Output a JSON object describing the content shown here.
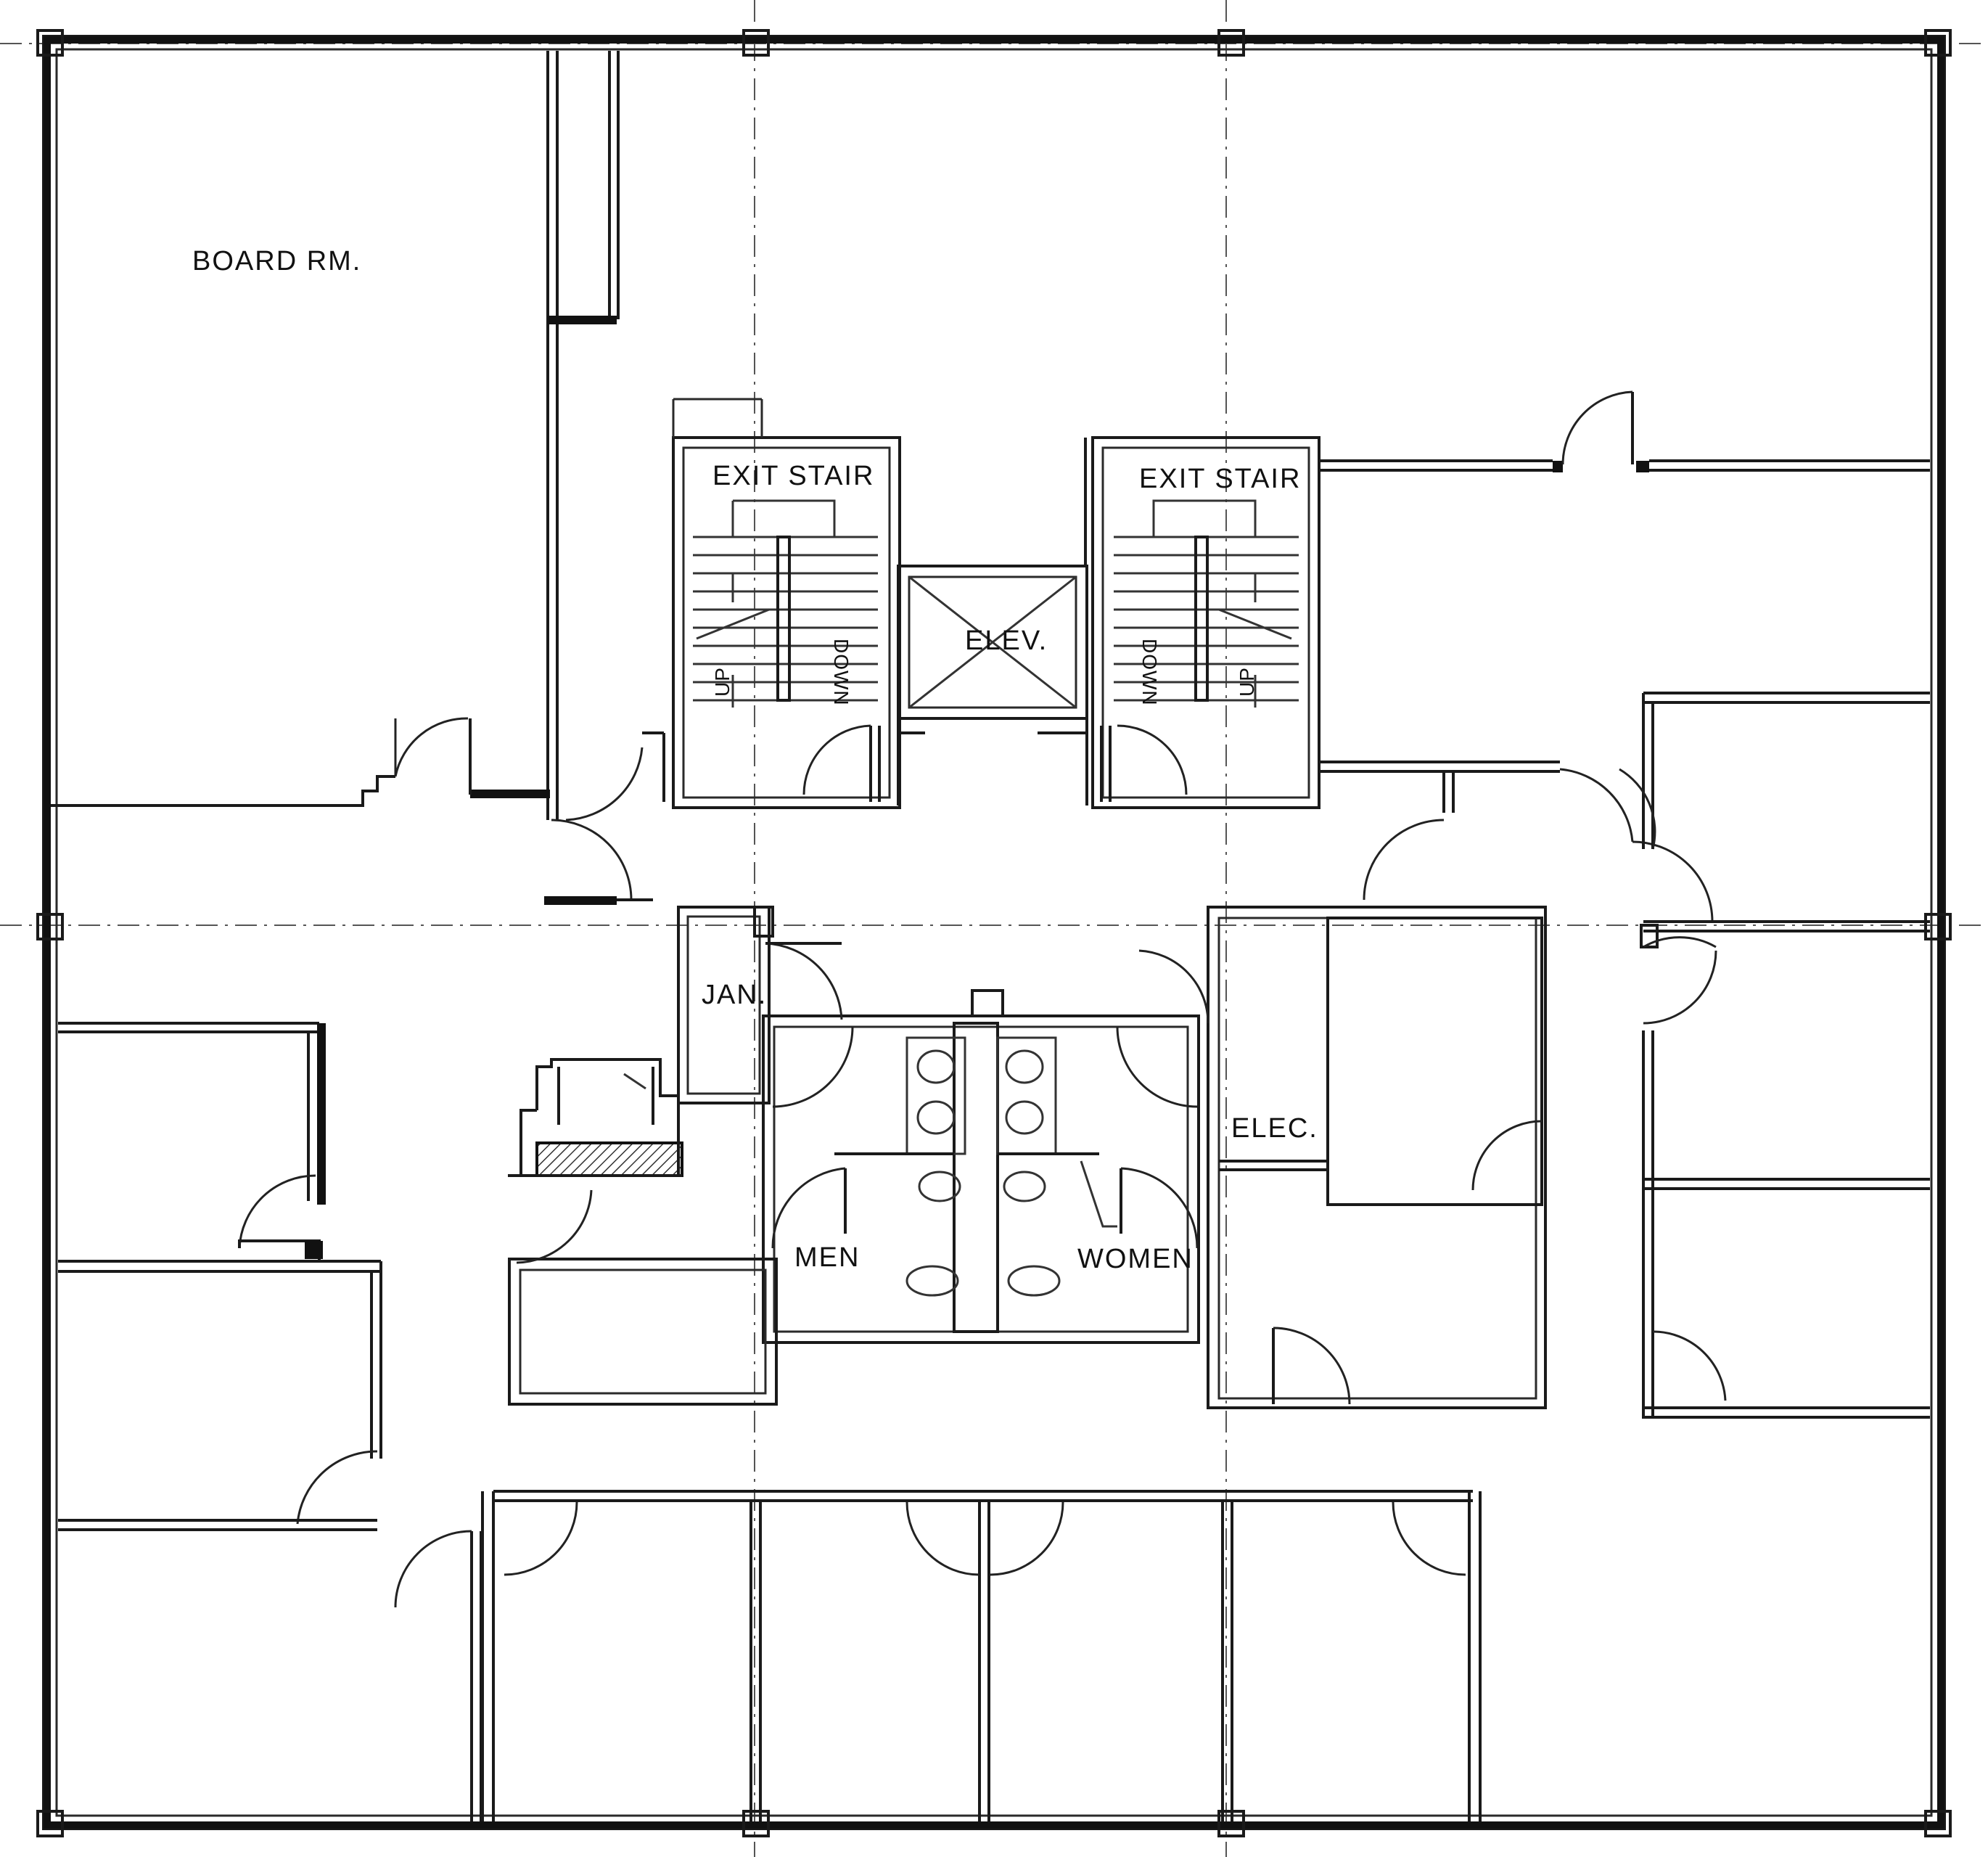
{
  "rooms": {
    "board_room": "BOARD RM.",
    "exit_stair_left": "EXIT STAIR",
    "exit_stair_right": "EXIT STAIR",
    "elevator": "ELEV.",
    "janitor": "JAN.",
    "electrical": "ELEC.",
    "men": "MEN",
    "women": "WOMEN"
  },
  "stair_labels": {
    "up": "UP",
    "down": "DOWN"
  }
}
